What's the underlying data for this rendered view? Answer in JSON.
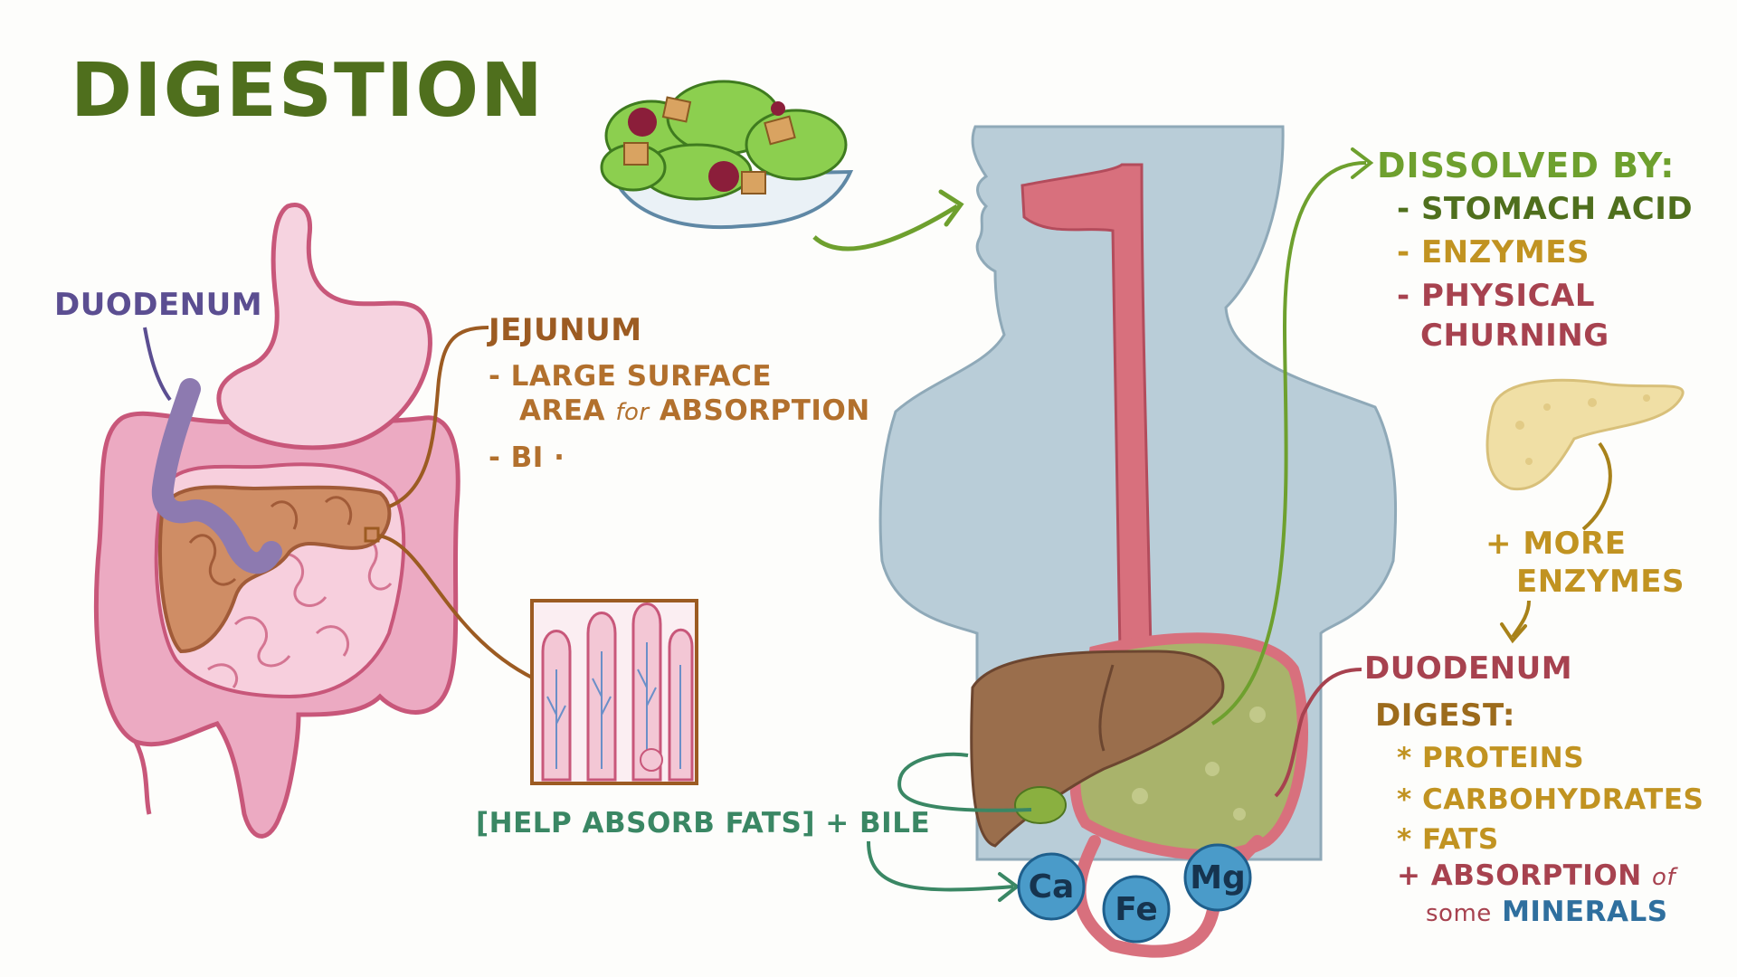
{
  "title": "DIGESTION",
  "colors": {
    "title": "#4f6f1d",
    "green_label": "#6ea02e",
    "duodenum_left": "#5b4e91",
    "jejunum": "#9c5b22",
    "orange_text": "#b2702d",
    "gold_text": "#c19321",
    "maroon_text": "#a7424f",
    "teal_text": "#3a8764",
    "body_silhouette": "#b9cdd8",
    "esophagus": "#d8707d",
    "liver": "#9a6e4c",
    "stomach_content": "#a9b36b",
    "mineral": "#4a9bc9",
    "pancreas": "#f0dfa5"
  },
  "left": {
    "duodenum_label": "DUODENUM",
    "jejunum": {
      "heading": "JEJUNUM",
      "line1_dash": "- LARGE SURFACE",
      "line1_cont": "AREA",
      "line1_for": "for",
      "line1_end": "ABSORPTION",
      "line2": "- BI",
      "line2_trail": "·"
    }
  },
  "bile_label": "[HELP ABSORB FATS] + BILE",
  "dissolved": {
    "heading": "DISSOLVED BY:",
    "items": [
      "- STOMACH ACID",
      "- ENZYMES",
      "- PHYSICAL",
      "CHURNING"
    ]
  },
  "pancreas_label": [
    "+ MORE",
    "ENZYMES"
  ],
  "right_duodenum": {
    "heading": "DUODENUM",
    "digest_heading": "DIGEST:",
    "items": [
      "* PROTEINS",
      "* CARBOHYDRATES",
      "* FATS"
    ],
    "absorption": "+ ABSORPTION",
    "absorption_of": "of",
    "some": "some",
    "minerals": "MINERALS"
  },
  "minerals": [
    "Ca",
    "Fe",
    "Mg"
  ]
}
